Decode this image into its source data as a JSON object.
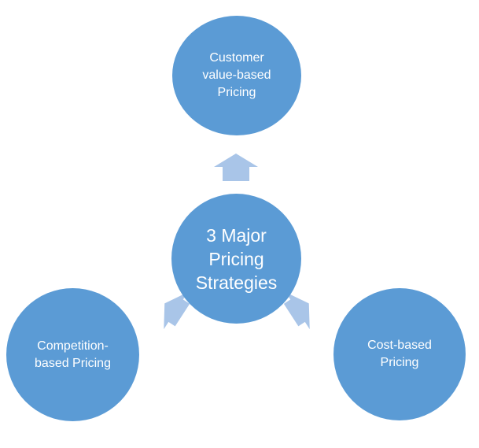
{
  "diagram": {
    "center": {
      "label": "3 Major\nPricing\nStrategies"
    },
    "nodes": [
      {
        "label": "Customer\nvalue-based\nPricing"
      },
      {
        "label": "Competition-\nbased Pricing"
      },
      {
        "label": "Cost-based\nPricing"
      }
    ]
  },
  "colors": {
    "node_fill": "#5b9bd5",
    "arrow_fill": "#a9c5e8",
    "text": "#ffffff",
    "background": "#ffffff"
  }
}
